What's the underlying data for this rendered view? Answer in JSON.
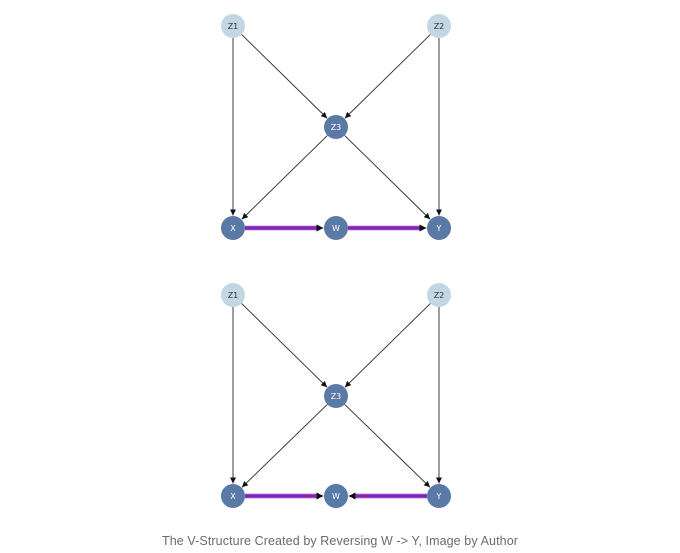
{
  "colors": {
    "light_node": "#c3d6e3",
    "dark_node": "#5b79a6",
    "edge": "#2a2a2a",
    "highlight_edge": "#9a38d6",
    "light_label": "#333333",
    "dark_label": "#ffffff"
  },
  "diagrams": [
    {
      "nodes": [
        {
          "id": "Z1",
          "label": "Z1",
          "style": "light"
        },
        {
          "id": "Z2",
          "label": "Z2",
          "style": "light"
        },
        {
          "id": "Z3",
          "label": "Z3",
          "style": "dark"
        },
        {
          "id": "X",
          "label": "X",
          "style": "dark"
        },
        {
          "id": "W",
          "label": "W",
          "style": "dark"
        },
        {
          "id": "Y",
          "label": "Y",
          "style": "dark"
        }
      ],
      "edges": [
        {
          "from": "Z1",
          "to": "X",
          "highlight": false
        },
        {
          "from": "Z1",
          "to": "Z3",
          "highlight": false
        },
        {
          "from": "Z2",
          "to": "Z3",
          "highlight": false
        },
        {
          "from": "Z2",
          "to": "Y",
          "highlight": false
        },
        {
          "from": "Z3",
          "to": "X",
          "highlight": false
        },
        {
          "from": "Z3",
          "to": "Y",
          "highlight": false
        },
        {
          "from": "X",
          "to": "W",
          "highlight": true
        },
        {
          "from": "W",
          "to": "Y",
          "highlight": true
        }
      ]
    },
    {
      "nodes": [
        {
          "id": "Z1",
          "label": "Z1",
          "style": "light"
        },
        {
          "id": "Z2",
          "label": "Z2",
          "style": "light"
        },
        {
          "id": "Z3",
          "label": "Z3",
          "style": "dark"
        },
        {
          "id": "X",
          "label": "X",
          "style": "dark"
        },
        {
          "id": "W",
          "label": "W",
          "style": "dark"
        },
        {
          "id": "Y",
          "label": "Y",
          "style": "dark"
        }
      ],
      "edges": [
        {
          "from": "Z1",
          "to": "X",
          "highlight": false
        },
        {
          "from": "Z1",
          "to": "Z3",
          "highlight": false
        },
        {
          "from": "Z2",
          "to": "Z3",
          "highlight": false
        },
        {
          "from": "Z2",
          "to": "Y",
          "highlight": false
        },
        {
          "from": "Z3",
          "to": "X",
          "highlight": false
        },
        {
          "from": "Z3",
          "to": "Y",
          "highlight": false
        },
        {
          "from": "X",
          "to": "W",
          "highlight": true
        },
        {
          "from": "Y",
          "to": "W",
          "highlight": true
        }
      ]
    }
  ],
  "caption": "The V-Structure Created by Reversing W -> Y, Image by Author"
}
